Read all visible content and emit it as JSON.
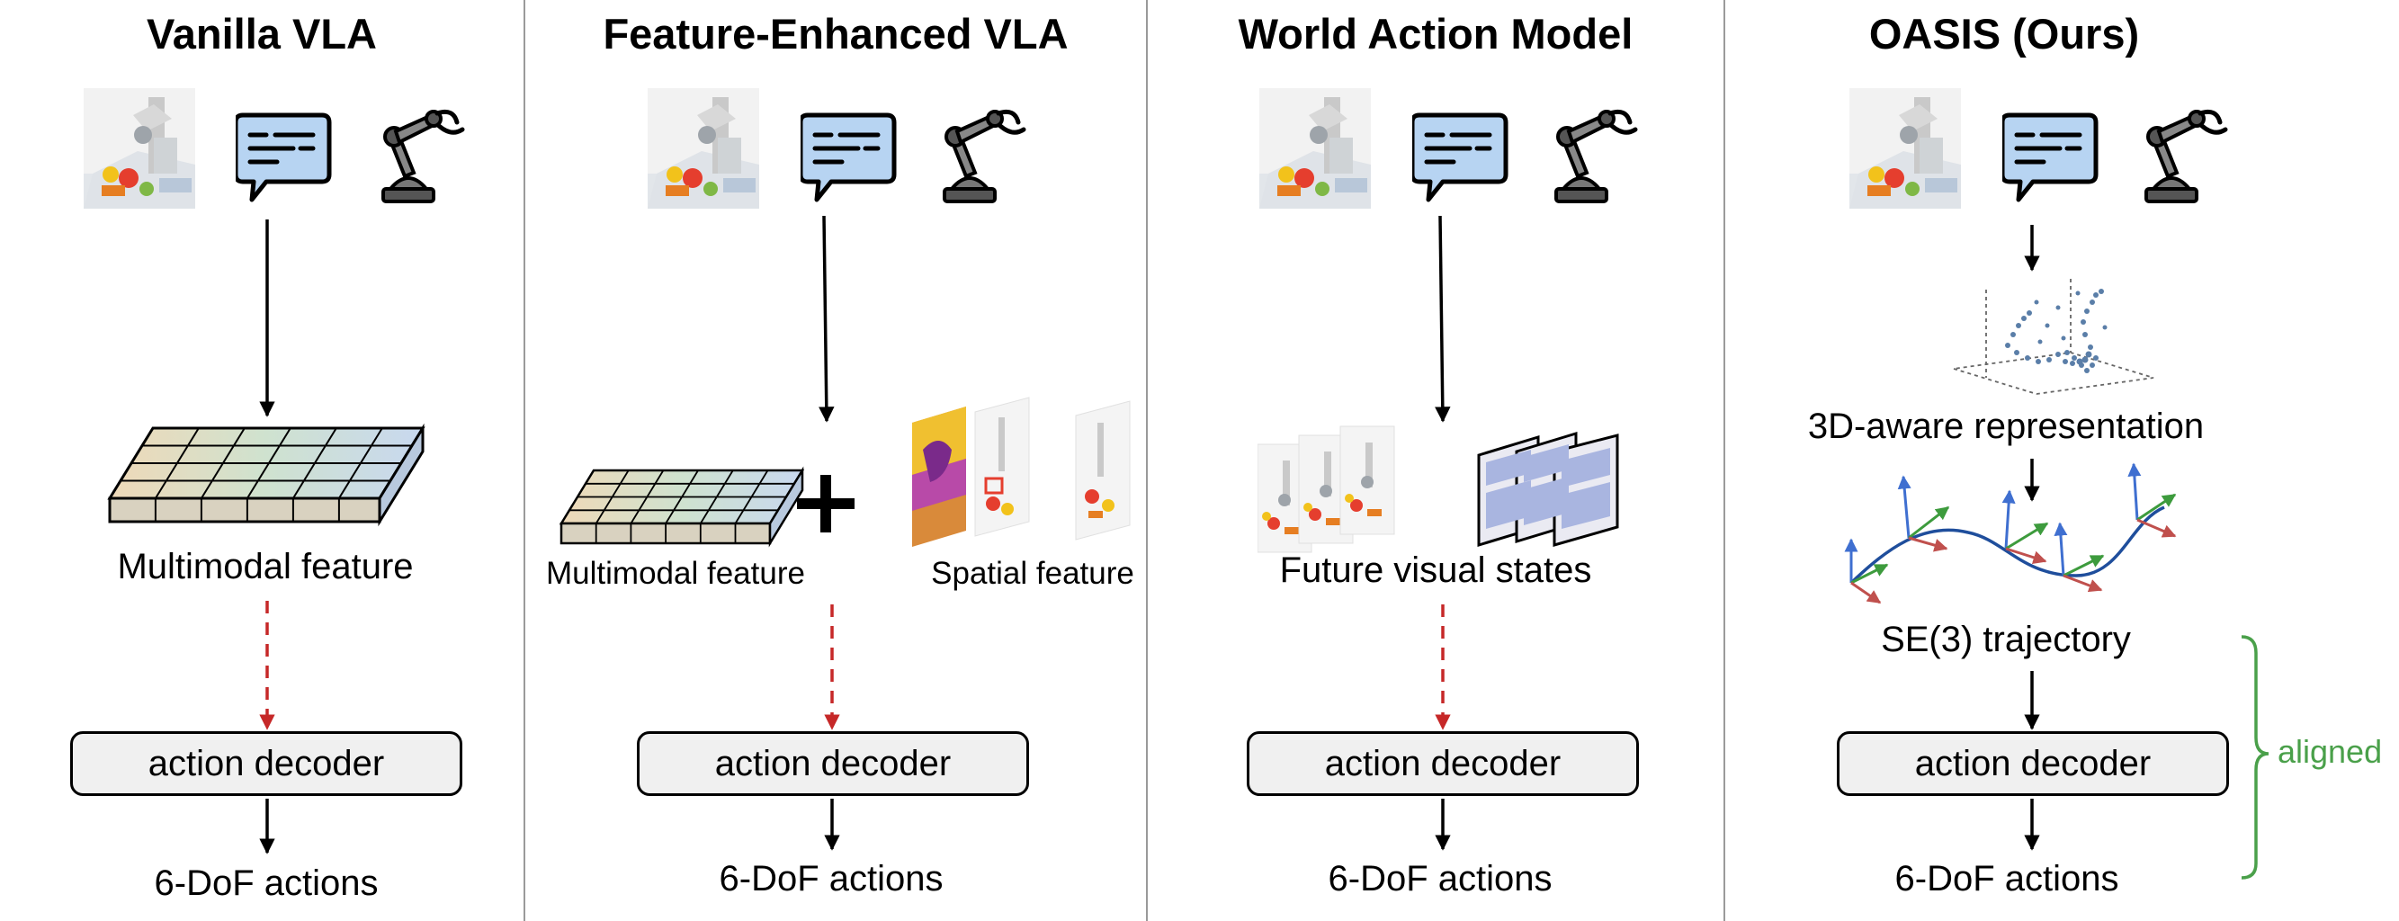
{
  "panels": [
    {
      "title": "Vanilla VLA",
      "feature_label": "Multimodal feature",
      "decoder_label": "action decoder",
      "output_label": "6-DoF actions"
    },
    {
      "title": "Feature-Enhanced VLA",
      "feature_label": "Multimodal feature",
      "spatial_label": "Spatial feature",
      "decoder_label": "action decoder",
      "output_label": "6-DoF actions"
    },
    {
      "title": "World Action Model",
      "feature_label": "Future visual states",
      "decoder_label": "action decoder",
      "output_label": "6-DoF actions"
    },
    {
      "title": "OASIS (Ours)",
      "repr_label": "3D-aware representation",
      "traj_label": "SE(3) trajectory",
      "decoder_label": "action decoder",
      "output_label": "6-DoF actions",
      "aligned_label": "aligned"
    }
  ],
  "colors": {
    "solid_arrow": "#000000",
    "dashed_arrow": "#c62828",
    "aligned": "#4aa04a",
    "speech_bubble": "#b7d4f2",
    "trajectory": "#1f4e9c",
    "axis_x": "#c0504d",
    "axis_y": "#3d9b3d",
    "axis_z": "#3f6fd0"
  },
  "icons": [
    "scene-photo",
    "instruction-bubble-icon",
    "robot-arm-icon"
  ]
}
